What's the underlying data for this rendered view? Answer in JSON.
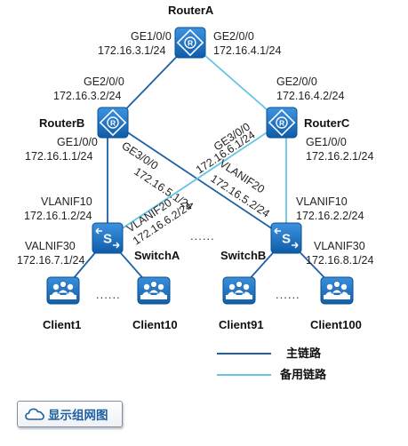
{
  "colors": {
    "main_link": "#1f5fa8",
    "backup_link": "#66c5e3",
    "device": "#1d74c6"
  },
  "devices": {
    "routerA": {
      "name": "RouterA"
    },
    "routerB": {
      "name": "RouterB"
    },
    "routerC": {
      "name": "RouterC"
    },
    "switchA": {
      "name": "SwitchA"
    },
    "switchB": {
      "name": "SwitchB"
    }
  },
  "interfaces": {
    "ra_ge1": {
      "name": "GE1/0/0",
      "ip": "172.16.3.1/24"
    },
    "ra_ge2": {
      "name": "GE2/0/0",
      "ip": "172.16.4.1/24"
    },
    "rb_ge2": {
      "name": "GE2/0/0",
      "ip": "172.16.3.2/24"
    },
    "rb_ge1": {
      "name": "GE1/0/0",
      "ip": "172.16.1.1/24"
    },
    "rb_ge3": {
      "name": "GE3/0/0",
      "ip": "172.16.5.1/24"
    },
    "rc_ge2": {
      "name": "GE2/0/0",
      "ip": "172.16.4.2/24"
    },
    "rc_ge3": {
      "name": "GE3/0/0",
      "ip": "172.16.6.1/24"
    },
    "rc_ge1": {
      "name": "GE1/0/0",
      "ip": "172.16.2.1/24"
    },
    "swa_vlanif10": {
      "name": "VLANIF10",
      "ip": "172.16.1.2/24"
    },
    "swa_vlanif20": {
      "name": "VLANIF20",
      "ip": "172.16.6.2/24"
    },
    "swa_vlanif30": {
      "name": "VALNIF30",
      "ip": "172.16.7.1/24"
    },
    "swb_vlanif20": {
      "name": "VLANIF20",
      "ip": "172.16.5.2/24"
    },
    "swb_vlanif10": {
      "name": "VLANIF10",
      "ip": "172.16.2.2/24"
    },
    "swb_vlanif30": {
      "name": "VLANIF30",
      "ip": "172.16.8.1/24"
    }
  },
  "clients": [
    "Client1",
    "Client10",
    "Client91",
    "Client100"
  ],
  "ellipsis": "......",
  "legend": {
    "main": "主链路",
    "backup": "备用链路"
  },
  "button": {
    "label": "显示组网图",
    "icon": "cloud-icon"
  }
}
